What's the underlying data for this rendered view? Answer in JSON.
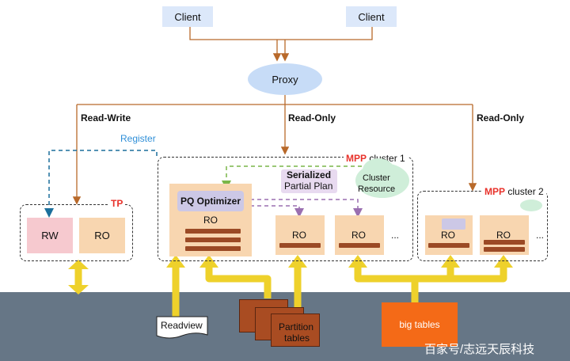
{
  "clients": [
    {
      "label": "Client"
    },
    {
      "label": "Client"
    }
  ],
  "proxy": {
    "label": "Proxy"
  },
  "routes": {
    "read_write": "Read-Write",
    "read_only_1": "Read-Only",
    "read_only_2": "Read-Only"
  },
  "register": {
    "label": "Register"
  },
  "tp_group": {
    "tag": "TP",
    "rw": {
      "label": "RW"
    },
    "ro": {
      "label": "RO"
    }
  },
  "mpp_cluster_1": {
    "tag": "MPP",
    "name": " cluster 1",
    "pq_optimizer": "PQ Optimizer",
    "coordinator_ro": "RO",
    "serialized": "Serialized",
    "partial_plan": "Partial Plan",
    "cluster_resource": [
      "Cluster",
      "Resource"
    ],
    "ro_nodes": [
      {
        "label": "RO"
      },
      {
        "label": "RO"
      }
    ],
    "ellipsis": "..."
  },
  "mpp_cluster_2": {
    "tag": "MPP",
    "name": " cluster 2",
    "ro_nodes": [
      {
        "label": "RO"
      },
      {
        "label": "RO"
      }
    ],
    "ellipsis": "..."
  },
  "storage": {
    "readview": "Readview",
    "partition_tables": [
      "Partition",
      "tables"
    ],
    "big_tables": "big tables"
  },
  "watermark": "百家号/志远天辰科技",
  "colors": {
    "client": "#dce8fa",
    "proxy": "#c7dcf7",
    "node_ro": "#f8d6b0",
    "node_rw": "#f6c9cf",
    "arrow_brown": "#b8692a",
    "arrow_blue": "#1b6f9c",
    "arrow_green": "#7ab648",
    "arrow_purple": "#9a6fb0",
    "data_flow": "#eed12b",
    "storage": "#667686",
    "big_tables": "#f46a17",
    "partition": "#a94c22",
    "mpp_red": "#e8322b",
    "register_blue": "#2f8fd8"
  }
}
